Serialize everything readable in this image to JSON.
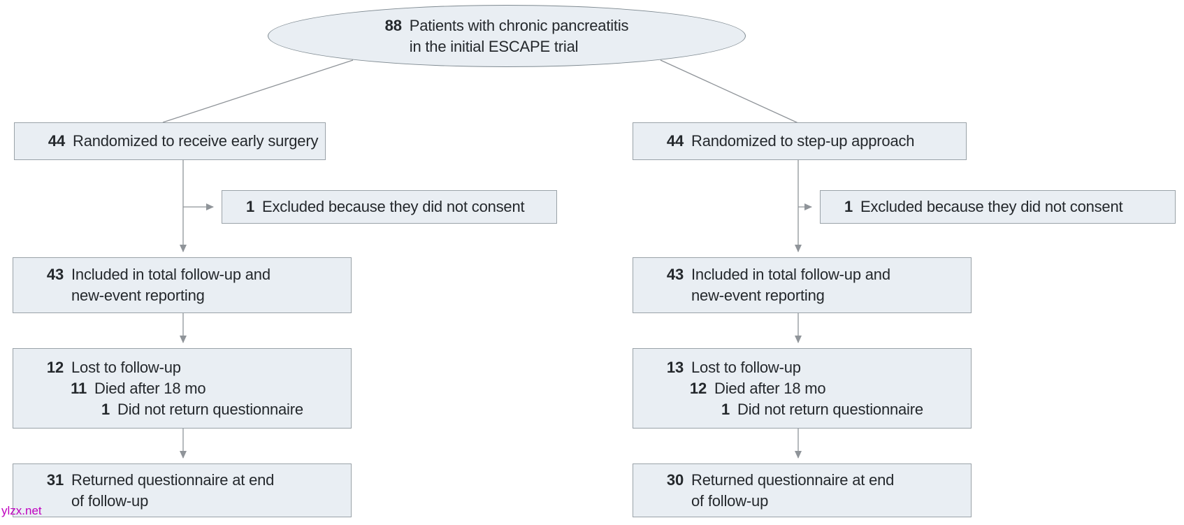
{
  "root": {
    "value": "88",
    "text": "Patients with chronic pancreatitis\nin the initial ESCAPE trial"
  },
  "left": {
    "randomized": {
      "value": "44",
      "text": "Randomized to receive early surgery"
    },
    "excluded": {
      "value": "1",
      "text": "Excluded because they did not consent"
    },
    "included": {
      "value": "43",
      "text": "Included in total follow-up and\nnew-event reporting"
    },
    "lost": {
      "rows": [
        {
          "value": "12",
          "text": "Lost to follow-up"
        },
        {
          "value": "11",
          "text": "Died after 18 mo"
        },
        {
          "value": "1",
          "text": "Did not return questionnaire"
        }
      ]
    },
    "returned": {
      "value": "31",
      "text": "Returned questionnaire at end\nof follow-up"
    }
  },
  "right": {
    "randomized": {
      "value": "44",
      "text": "Randomized to step-up approach"
    },
    "excluded": {
      "value": "1",
      "text": "Excluded because they did not consent"
    },
    "included": {
      "value": "43",
      "text": "Included in total follow-up and\nnew-event reporting"
    },
    "lost": {
      "rows": [
        {
          "value": "13",
          "text": "Lost to follow-up"
        },
        {
          "value": "12",
          "text": "Died after 18 mo"
        },
        {
          "value": "1",
          "text": "Did not return questionnaire"
        }
      ]
    },
    "returned": {
      "value": "30",
      "text": "Returned questionnaire at end\nof follow-up"
    }
  },
  "watermark": {
    "text": "ylzx.net"
  },
  "colors": {
    "box_fill": "#e9eef3",
    "box_border": "#9aa2a8",
    "line": "#8f9499",
    "text": "#24282c",
    "watermark": "#bf00bf"
  }
}
